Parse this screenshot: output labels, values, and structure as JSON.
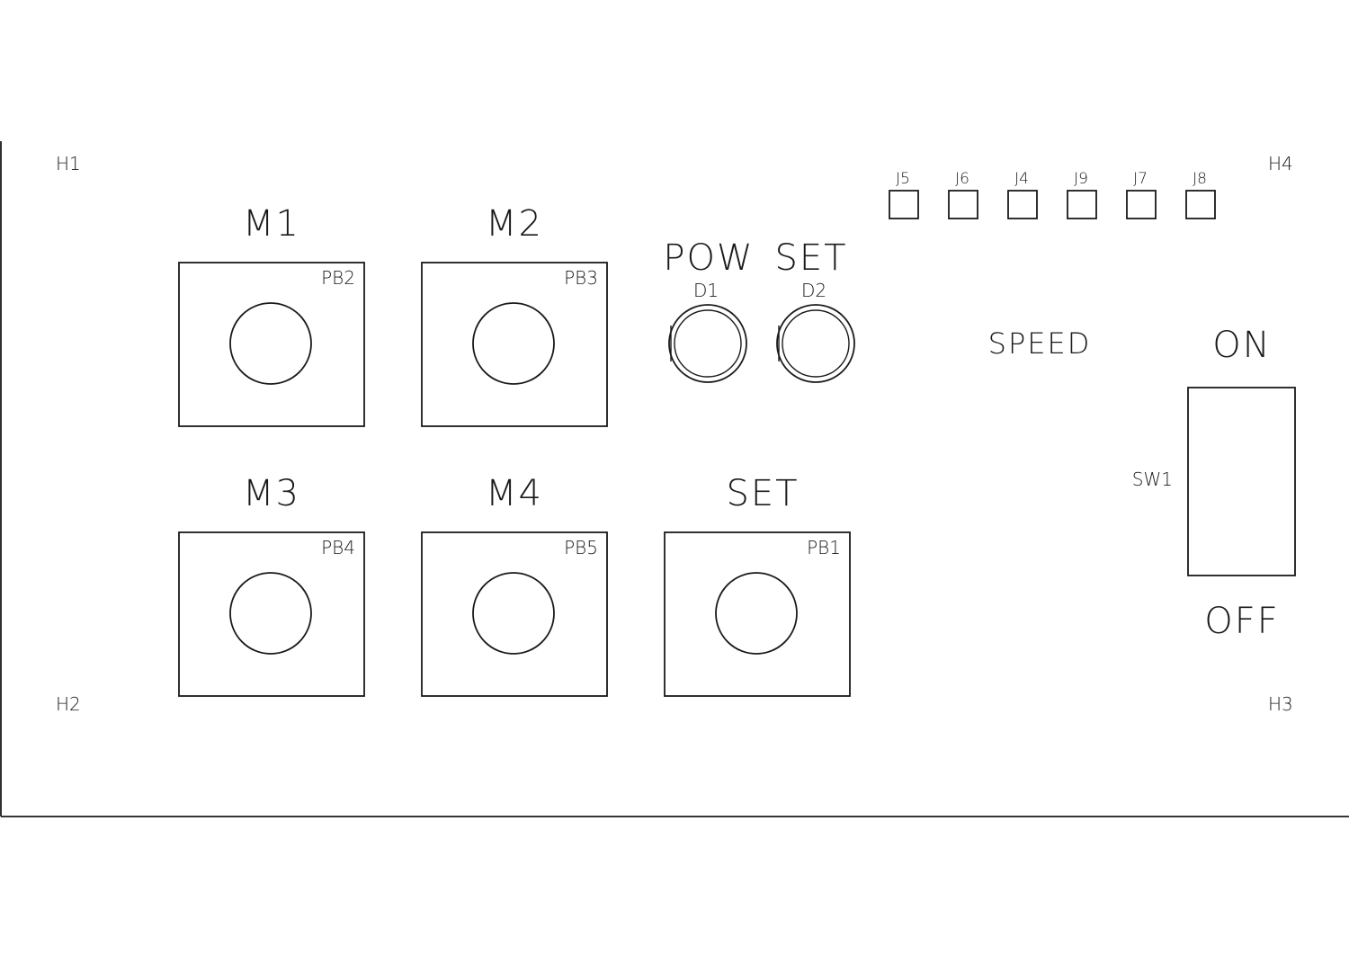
{
  "mounting_holes": [
    "H1",
    "H2",
    "H3",
    "H4"
  ],
  "buttons": [
    {
      "label": "M1",
      "ref": "PB2"
    },
    {
      "label": "M2",
      "ref": "PB3"
    },
    {
      "label": "M3",
      "ref": "PB4"
    },
    {
      "label": "M4",
      "ref": "PB5"
    },
    {
      "label": "SET",
      "ref": "PB1"
    }
  ],
  "leds": [
    {
      "label": "POW",
      "ref": "D1"
    },
    {
      "label": "SET",
      "ref": "D2"
    }
  ],
  "jumpers": [
    "J5",
    "J6",
    "J4",
    "J9",
    "J7",
    "J8"
  ],
  "speed_label": "SPEED",
  "switch": {
    "ref": "SW1",
    "on_label": "ON",
    "off_label": "OFF"
  },
  "colors": {
    "line": "#1a1a1a",
    "background": "#ffffff"
  }
}
